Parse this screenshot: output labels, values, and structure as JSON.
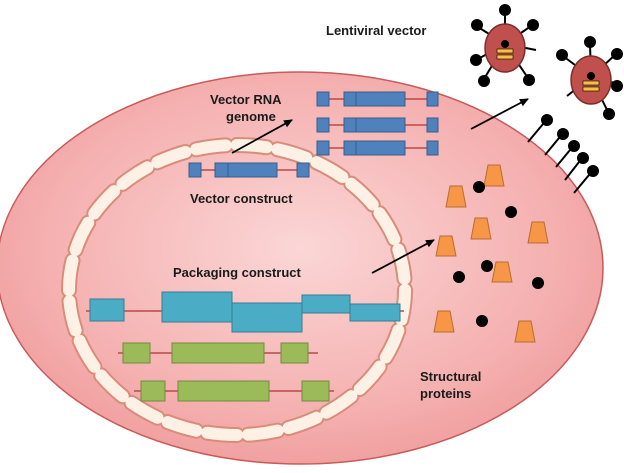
{
  "labels": {
    "lentiviral_vector": "Lentiviral vector",
    "vector_rna_line1": "Vector RNA",
    "vector_rna_line2": "genome",
    "vector_construct": "Vector construct",
    "packaging_construct": "Packaging construct",
    "structural_line1": "Structural",
    "structural_line2": "proteins"
  },
  "colors": {
    "cell_fill": "#f4a7a7",
    "cell_stroke": "#c85a5a",
    "nucleus_dash": "#fdf1e6",
    "dna_blue": "#4f81bd",
    "dna_teal": "#4bacc6",
    "dna_green": "#9bbb59",
    "protein_orange": "#f79646",
    "virus_red": "#c0504d",
    "virus_core": "#f6c142",
    "dot": "#000000",
    "line_red": "#b94a48"
  },
  "icons": {
    "virus": "lentivirus-particle-icon",
    "protein": "structural-protein-trapezoid-icon",
    "receptor": "membrane-receptor-icon"
  }
}
